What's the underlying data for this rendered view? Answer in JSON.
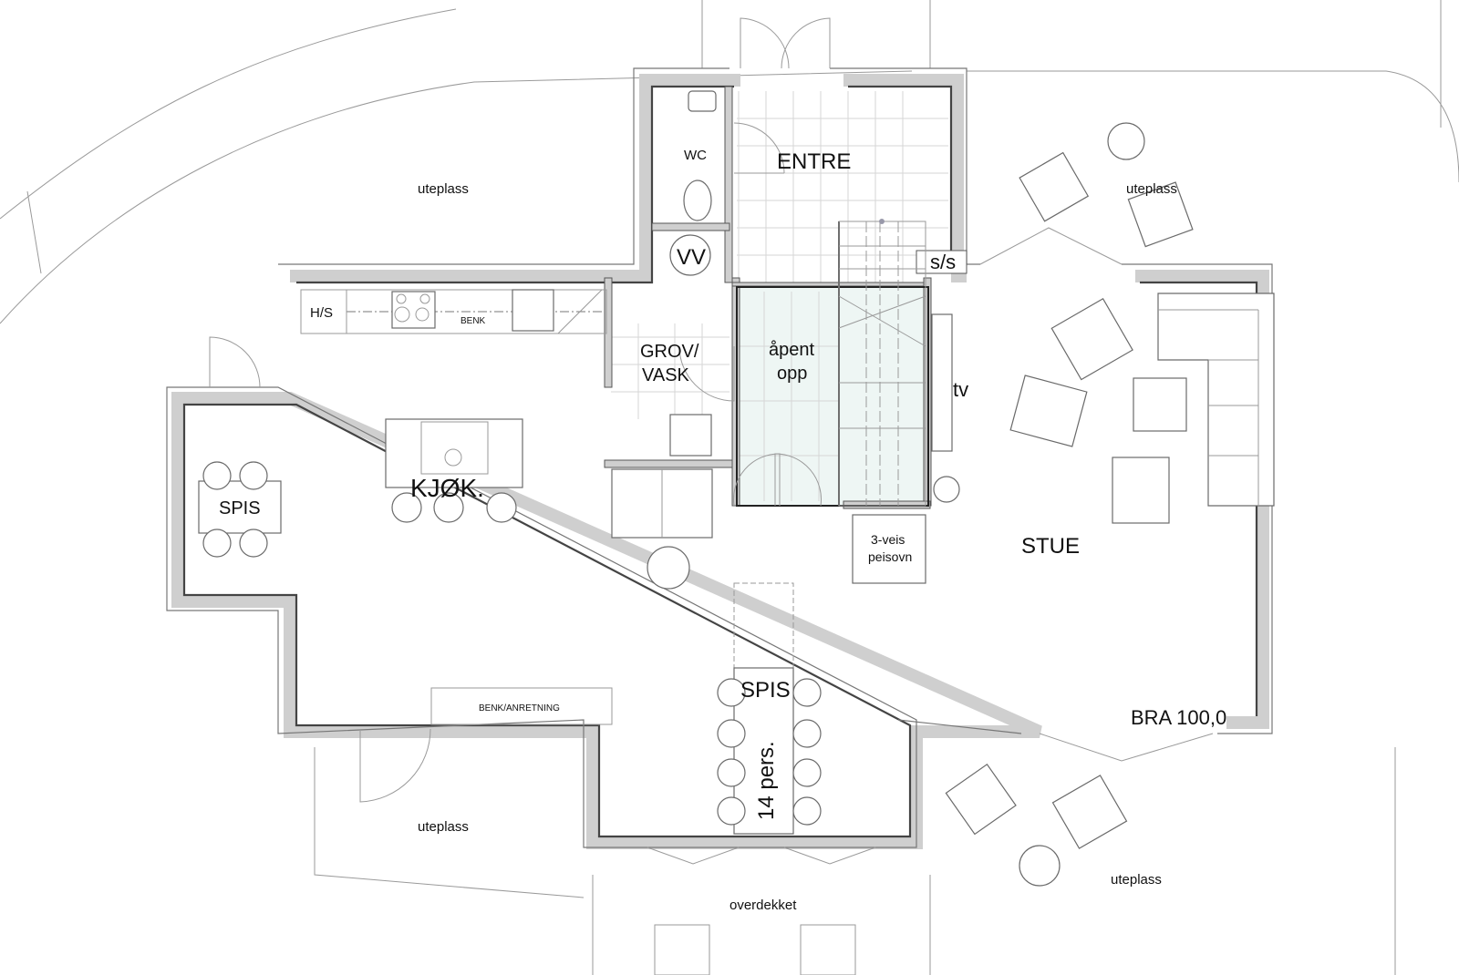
{
  "plan": {
    "rooms": {
      "entre": "ENTRE",
      "wc": "WC",
      "vv": "VV",
      "ss": "s/s",
      "hs": "H/S",
      "benk": "BENK",
      "grov_vask": [
        "GROV/",
        "VASK"
      ],
      "apent_opp": [
        "åpent",
        "opp"
      ],
      "tv": "tv",
      "kjokken": "KJØK.",
      "spis_left": "SPIS",
      "spis_center": "SPIS",
      "spis_persons": "14 pers.",
      "peisovn": [
        "3-veis",
        "peisovn"
      ],
      "stue": "STUE",
      "benk_anretning": "BENK/ANRETNING",
      "overdekket": "overdekket",
      "uteplass_nw": "uteplass",
      "uteplass_ne": "uteplass",
      "uteplass_sw": "uteplass",
      "uteplass_se": "uteplass"
    },
    "area_label": "BRA 100,0",
    "colors": {
      "open_void": "#eef6f4",
      "wall_fill": "#cfcfcf",
      "wall_line": "#444444"
    }
  }
}
